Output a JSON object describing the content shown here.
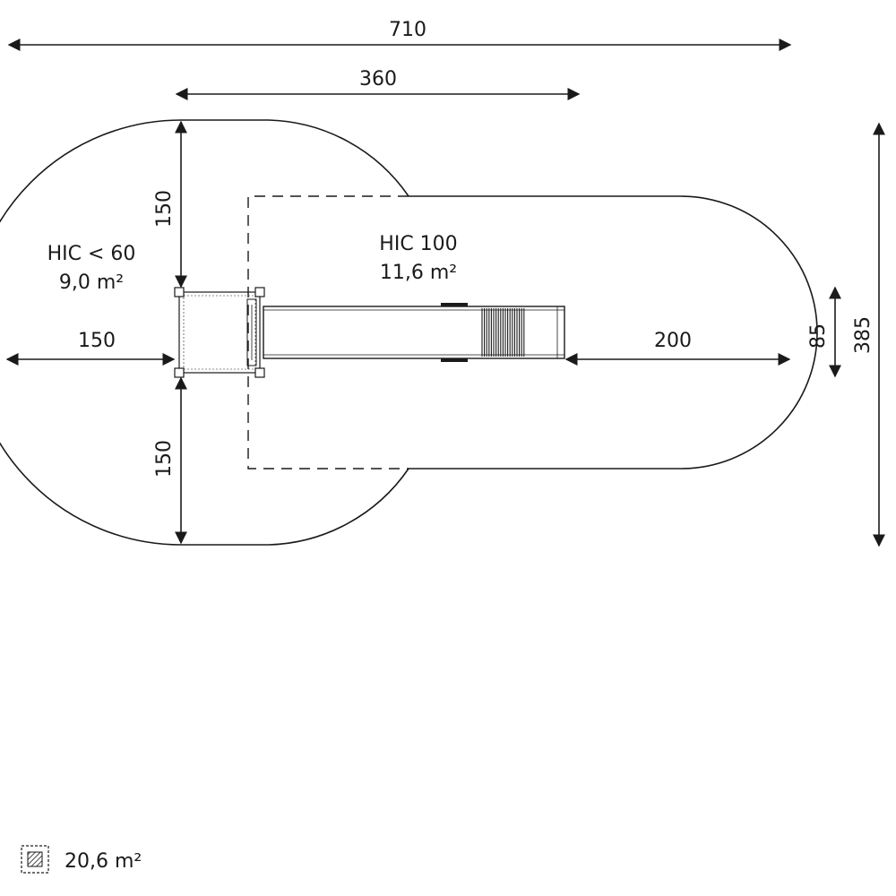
{
  "dimensions": {
    "overall_width": "710",
    "upper_width": "360",
    "left_width": "150",
    "top_height": "150",
    "bottom_height": "150",
    "slide_runout": "200",
    "slide_width": "85",
    "overall_height": "385"
  },
  "zones": {
    "left": {
      "hic": "HIC < 60",
      "area": "9,0 m²"
    },
    "right": {
      "hic": "HIC 100",
      "area": "11,6 m²"
    }
  },
  "legend": {
    "total_area": "20,6 m²"
  },
  "colors": {
    "line": "#1a1a1a",
    "background": "#ffffff"
  }
}
